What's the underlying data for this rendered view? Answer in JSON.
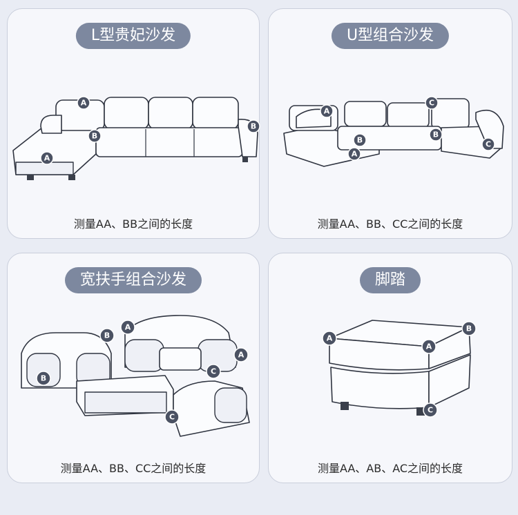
{
  "cards": [
    {
      "title": "L型贵妃沙发",
      "caption": "测量AA、BB之间的长度",
      "labels": [
        "A",
        "A",
        "B",
        "B"
      ]
    },
    {
      "title": "U型组合沙发",
      "caption": "测量AA、BB、CC之间的长度",
      "labels": [
        "A",
        "A",
        "B",
        "B",
        "C",
        "C"
      ]
    },
    {
      "title": "宽扶手组合沙发",
      "caption": "测量AA、BB、CC之间的长度",
      "labels": [
        "A",
        "A",
        "B",
        "B",
        "C",
        "C"
      ]
    },
    {
      "title": "脚踏",
      "caption": "测量AA、AB、AC之间的长度",
      "labels": [
        "A",
        "A",
        "B",
        "C"
      ]
    }
  ],
  "colors": {
    "pill": "#7d889f",
    "badge": "#4b5263",
    "background": "#e9ecf4"
  }
}
